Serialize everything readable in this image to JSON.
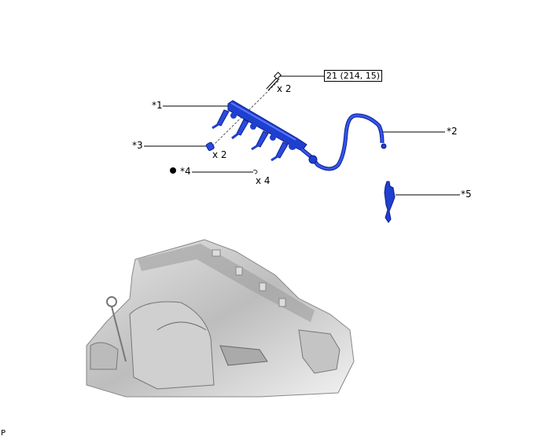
{
  "diagram": {
    "labels": {
      "part1": "*1",
      "part2": "*2",
      "part3": "*3",
      "part4": "*4",
      "part5": "*5"
    },
    "quantities": {
      "bolt": "x 2",
      "spacer": "x 2",
      "clip": "x 4"
    },
    "torque_spec": "21 (214, 15)",
    "non_reusable_marker": "●",
    "footer_code": "P",
    "colors": {
      "part_blue": "#1f3fd0",
      "part_blue_dark": "#0d1f8a",
      "engine_gray": "#c8c8c8",
      "leader": "#000000"
    }
  }
}
